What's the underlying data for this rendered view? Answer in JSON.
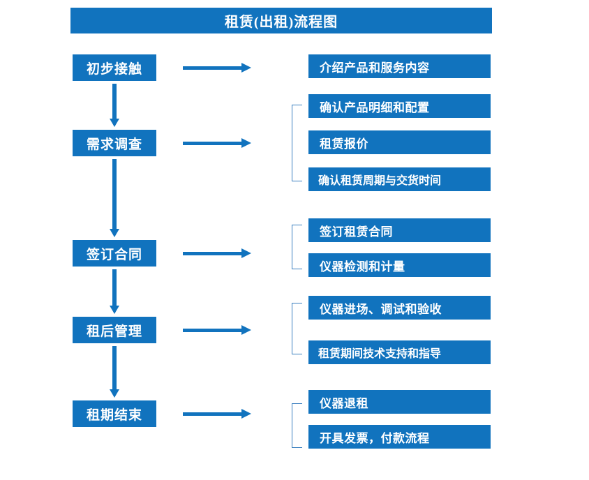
{
  "title": "租赁(出租)流程图",
  "colors": {
    "primary_blue": "#1173BE",
    "bracket_line": "#3A7FBF",
    "text_on_blue": "#FFFFFF",
    "background": "#FFFFFF"
  },
  "stages": [
    {
      "label": "初步接触"
    },
    {
      "label": "需求调查"
    },
    {
      "label": "签订合同"
    },
    {
      "label": "租后管理"
    },
    {
      "label": "租期结束"
    }
  ],
  "details": [
    {
      "label": "介绍产品和服务内容"
    },
    {
      "label": "确认产品明细和配置"
    },
    {
      "label": "租赁报价"
    },
    {
      "label": "确认租赁周期与交货时间"
    },
    {
      "label": "签订租赁合同"
    },
    {
      "label": "仪器检测和计量"
    },
    {
      "label": "仪器进场、调试和验收"
    },
    {
      "label": "租赁期间技术支持和指导"
    },
    {
      "label": "仪器退租"
    },
    {
      "label": "开具发票，付款流程"
    }
  ],
  "connectors": {
    "stage_to_detail_arrow": "right-arrow",
    "stage_to_stage_arrow": "down-arrow",
    "group_bracket": "left-bracket"
  }
}
